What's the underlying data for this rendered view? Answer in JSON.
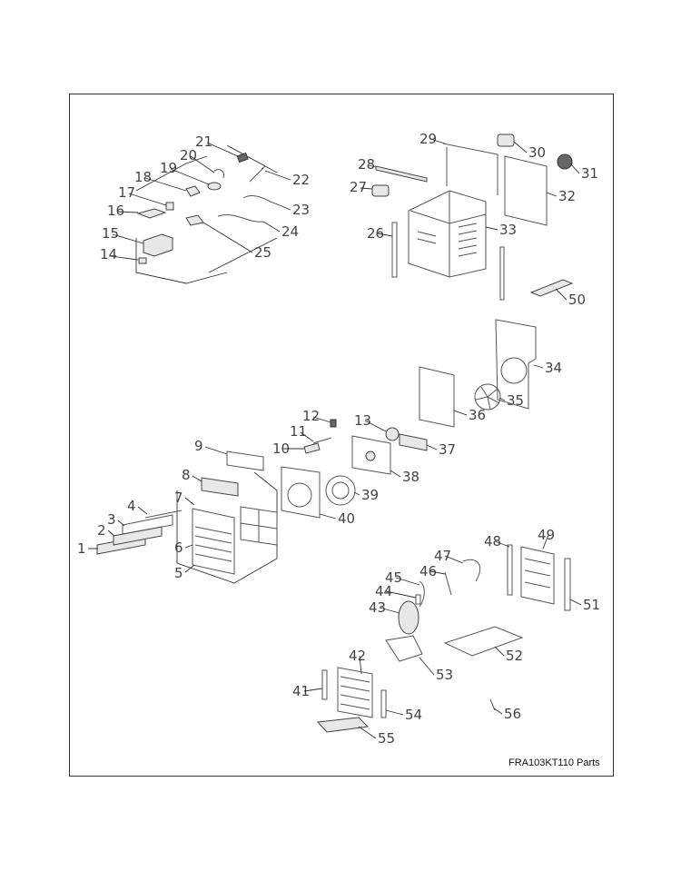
{
  "caption": "FRA103KT110 Parts",
  "part_numbers": [
    "1",
    "2",
    "3",
    "4",
    "5",
    "6",
    "7",
    "8",
    "9",
    "10",
    "11",
    "12",
    "13",
    "14",
    "15",
    "16",
    "17",
    "18",
    "19",
    "20",
    "21",
    "22",
    "23",
    "24",
    "25",
    "26",
    "27",
    "28",
    "29",
    "30",
    "31",
    "32",
    "33",
    "34",
    "35",
    "36",
    "37",
    "38",
    "39",
    "40",
    "41",
    "42",
    "43",
    "44",
    "45",
    "46",
    "47",
    "48",
    "49",
    "50",
    "51",
    "52",
    "53",
    "54",
    "55",
    "56"
  ]
}
